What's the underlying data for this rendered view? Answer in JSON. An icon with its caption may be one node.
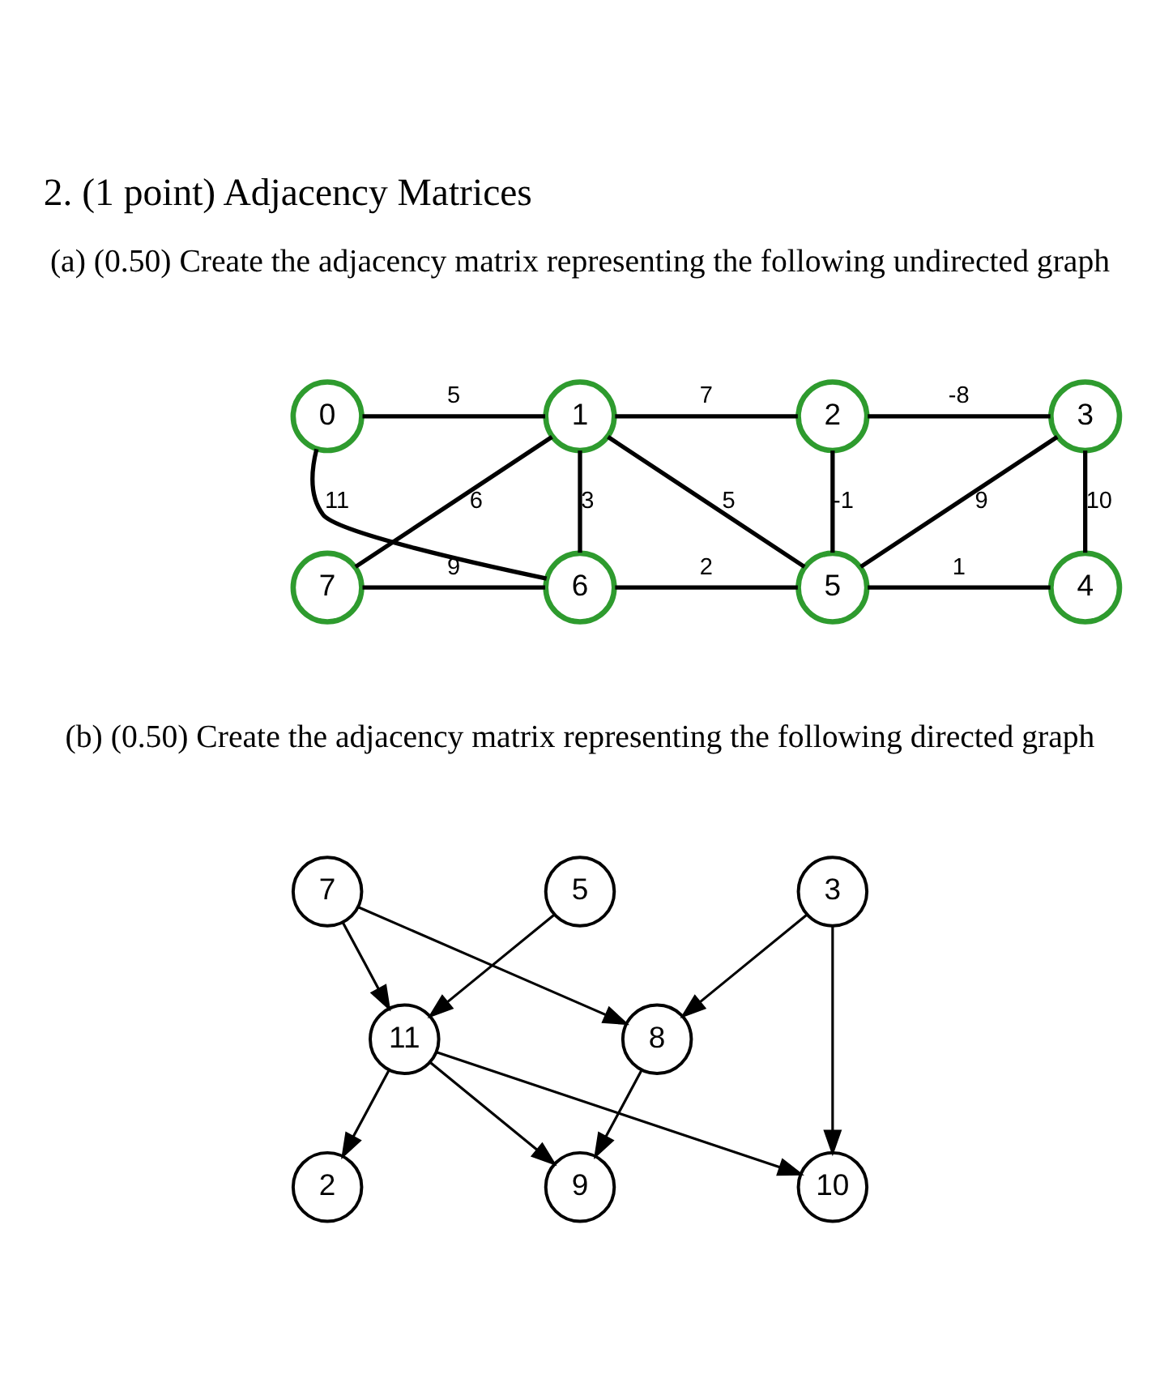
{
  "diagram": {
    "title": "2. (1 point) Adjacency Matrices",
    "nodes": [
      {
        "text": [
          "0"
        ]
      },
      {
        "text": [
          "1"
        ]
      },
      {
        "text": [
          "2"
        ]
      },
      {
        "text": [
          "3"
        ]
      },
      {
        "text": [
          "7"
        ]
      },
      {
        "text": [
          "6"
        ]
      },
      {
        "text": [
          "5"
        ]
      },
      {
        "text": [
          "4"
        ]
      },
      {
        "text": [
          "7"
        ]
      },
      {
        "text": [
          "5"
        ]
      },
      {
        "text": [
          "3"
        ]
      },
      {
        "text": [
          "11"
        ]
      },
      {
        "text": [
          "8"
        ]
      },
      {
        "text": [
          "2"
        ]
      },
      {
        "text": [
          "9"
        ]
      },
      {
        "text": [
          "10"
        ]
      }
    ],
    "edges": [
      {
        "from": 0,
        "to": 1,
        "arrow": "none",
        "label": "5"
      },
      {
        "from": 1,
        "to": 2,
        "arrow": "none",
        "label": "7"
      },
      {
        "from": 2,
        "to": 3,
        "arrow": "none",
        "label": "-8"
      },
      {
        "from": 0,
        "to": 5,
        "arrow": "none",
        "label": "11"
      },
      {
        "from": 4,
        "to": 1,
        "arrow": "none",
        "label": "6"
      },
      {
        "from": 1,
        "to": 5,
        "arrow": "none",
        "label": "3"
      },
      {
        "from": 1,
        "to": 6,
        "arrow": "none",
        "label": "5"
      },
      {
        "from": 2,
        "to": 6,
        "arrow": "none",
        "label": "-1"
      },
      {
        "from": 3,
        "to": 6,
        "arrow": "none",
        "label": "9"
      },
      {
        "from": 3,
        "to": 7,
        "arrow": "none",
        "label": "10"
      },
      {
        "from": 4,
        "to": 5,
        "arrow": "none",
        "label": "9"
      },
      {
        "from": 5,
        "to": 6,
        "arrow": "none",
        "label": "2"
      },
      {
        "from": 6,
        "to": 7,
        "arrow": "none",
        "label": "1"
      },
      {
        "from": 8,
        "to": 11,
        "arrow": "to"
      },
      {
        "from": 8,
        "to": 12,
        "arrow": "to"
      },
      {
        "from": 9,
        "to": 11,
        "arrow": "to"
      },
      {
        "from": 10,
        "to": 12,
        "arrow": "to"
      },
      {
        "from": 10,
        "to": 15,
        "arrow": "to"
      },
      {
        "from": 11,
        "to": 13,
        "arrow": "to"
      },
      {
        "from": 11,
        "to": 14,
        "arrow": "to"
      },
      {
        "from": 11,
        "to": 15,
        "arrow": "to"
      },
      {
        "from": 12,
        "to": 14,
        "arrow": "to"
      }
    ],
    "labels": [
      "(a) (0.50) Create the adjacency matrix representing the following undirected graph",
      "(b) (0.50) Create the adjacency matrix representing the following directed graph"
    ]
  }
}
